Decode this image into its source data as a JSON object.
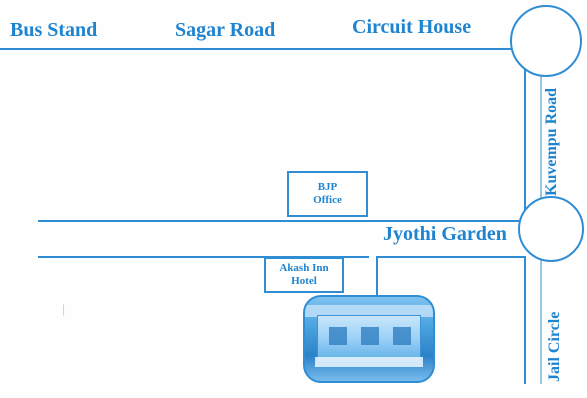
{
  "map": {
    "top_left_labels": [
      {
        "text": "Bus Stand"
      },
      {
        "text": "Sagar Road"
      },
      {
        "text": "Circuit House"
      }
    ],
    "side_labels": {
      "kuvempu_road": "Kuvempu Road",
      "jail_circle": "Jail Circle"
    },
    "center_labels": {
      "jyothi_garden": "Jyothi Garden"
    },
    "boxes": {
      "bjp_office": "BJP\nOffice",
      "akash_inn_hotel": "Akash Inn\nHotel"
    }
  }
}
